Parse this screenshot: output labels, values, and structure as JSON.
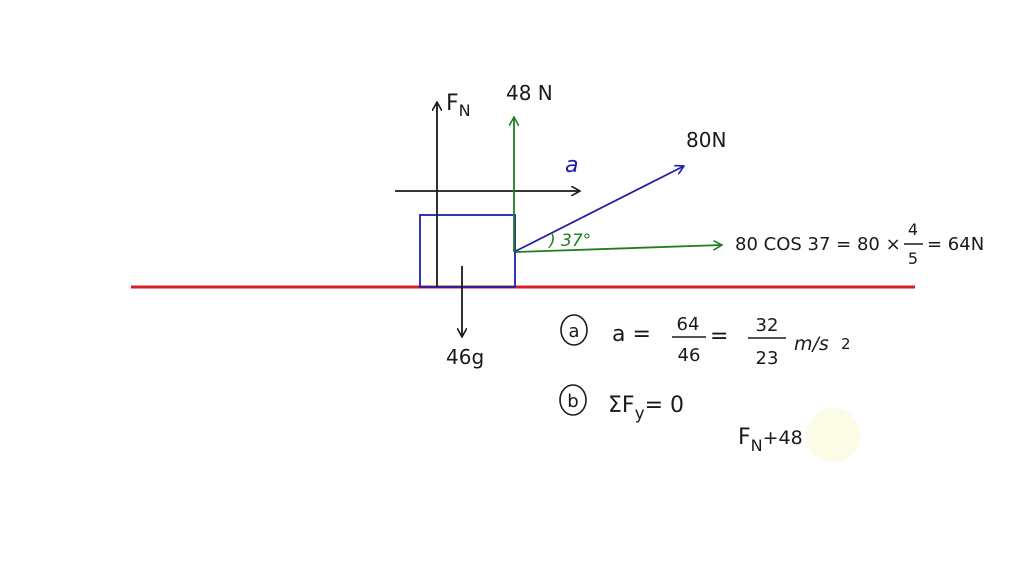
{
  "colors": {
    "ink": "#1a1a1a",
    "green": "#1e7f1e",
    "blue": "#1e1ea8",
    "red": "#d61f26",
    "cursor": "#fbfbe6"
  },
  "labels": {
    "normal_force": "F",
    "normal_force_sub": "N",
    "vertical_component": "48 N",
    "applied_force": "80N",
    "acceleration": "a",
    "angle": ") 37°",
    "weight": "46g",
    "horizontal_component": {
      "text": "80 COS 37 = 80 ×",
      "frac_num": "4",
      "frac_den": "5",
      "result": "= 64N"
    }
  },
  "solution": {
    "part_a": {
      "marker": "a",
      "lhs": "a =",
      "frac1_num": "64",
      "frac1_den": "46",
      "equals": "=",
      "frac2_num": "32",
      "frac2_den": "23",
      "unit": "m/s",
      "unit_exp": "2"
    },
    "part_b": {
      "marker": "b",
      "equation": "ΣF",
      "equation_sub": "y",
      "equation_rhs": "= 0",
      "line2_main": "F",
      "line2_sub": "N",
      "line2_rest": "+48 ="
    }
  }
}
